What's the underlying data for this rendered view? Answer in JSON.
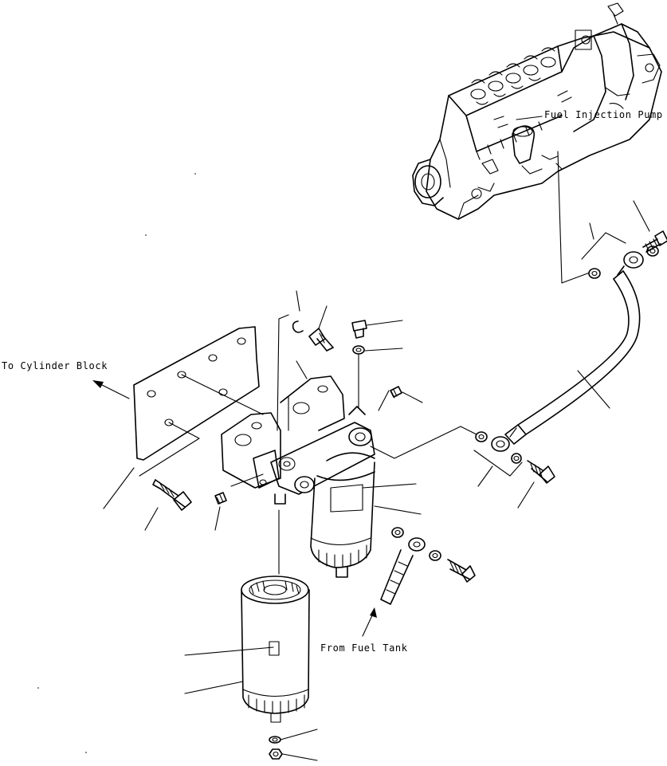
{
  "labels": {
    "fuel_injection_pump": "Fuel Injection Pump",
    "to_cylinder_block": "To Cylinder Block",
    "from_fuel_tank": "From Fuel Tank"
  },
  "colors": {
    "ink": "#000000",
    "paper": "#ffffff"
  }
}
